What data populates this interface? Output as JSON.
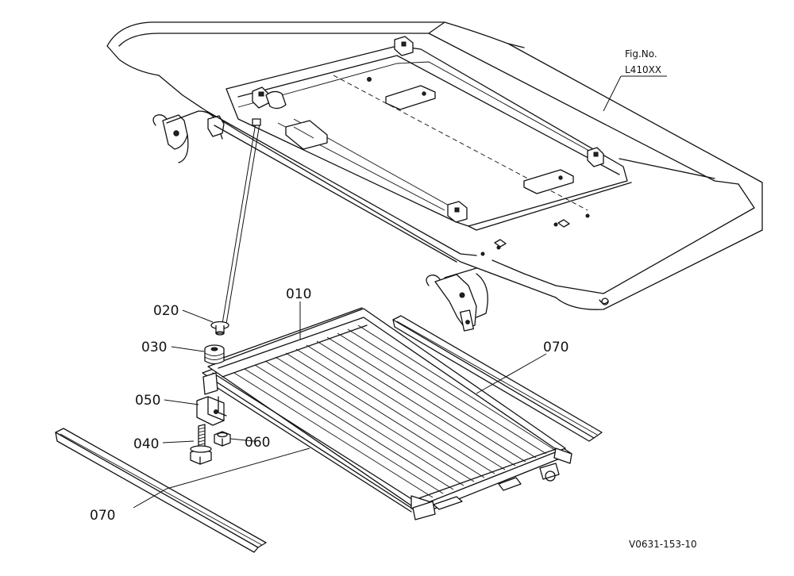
{
  "figure": {
    "fig_label": "Fig.No.",
    "fig_number": "L410XX",
    "drawing_code": "V0631-153-10"
  },
  "callouts": [
    {
      "id": "010"
    },
    {
      "id": "020"
    },
    {
      "id": "030"
    },
    {
      "id": "040"
    },
    {
      "id": "050"
    },
    {
      "id": "060"
    },
    {
      "id": "070"
    },
    {
      "id": "070"
    }
  ]
}
